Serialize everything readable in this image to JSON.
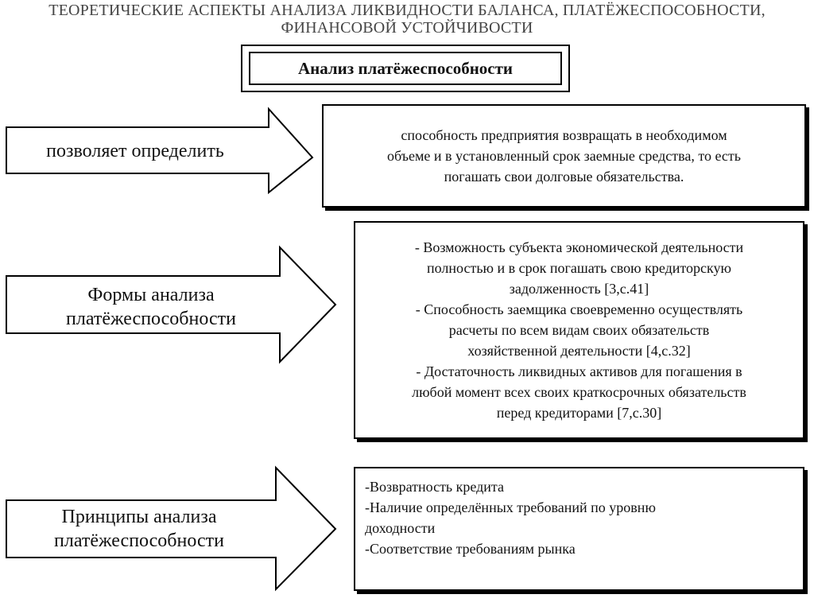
{
  "header": {
    "title_lines": [
      "ТЕОРЕТИЧЕСКИЕ АСПЕКТЫ АНАЛИЗА ЛИКВИДНОСТИ БАЛАНСА, ПЛАТЁЖЕСПОСОБНОСТИ,",
      "ФИНАНСОВОЙ УСТОЙЧИВОСТИ"
    ]
  },
  "main_title": "Анализ платёжеспособности",
  "rows": [
    {
      "arrow_lines": [
        "позволяет определить"
      ],
      "box_lines": [
        "способность предприятия возвращать в необходимом",
        "объеме и в установленный срок заемные средства, то есть",
        "погашать свои долговые обязательства."
      ]
    },
    {
      "arrow_lines": [
        "Формы анализа",
        "платёжеспособности"
      ],
      "box_lines": [
        "- Возможность субъекта экономической деятельности",
        "полностью и в срок погашать свою кредиторскую",
        "задолженность [3,с.41]",
        "- Способность заемщика своевременно осуществлять",
        "расчеты по всем видам своих обязательств",
        "хозяйственной деятельности [4,с.32]",
        "- Достаточность ликвидных активов для погашения в",
        "любой момент всех своих краткосрочных обязательств",
        "перед кредиторами [7,с.30]"
      ]
    },
    {
      "arrow_lines": [
        "Принципы анализа",
        "платёжеспособности"
      ],
      "box_lines": [
        "-Возвратность кредита",
        "-Наличие определённых требований по уровню",
        "доходности",
        "-Соответствие требованиям рынка"
      ]
    }
  ]
}
